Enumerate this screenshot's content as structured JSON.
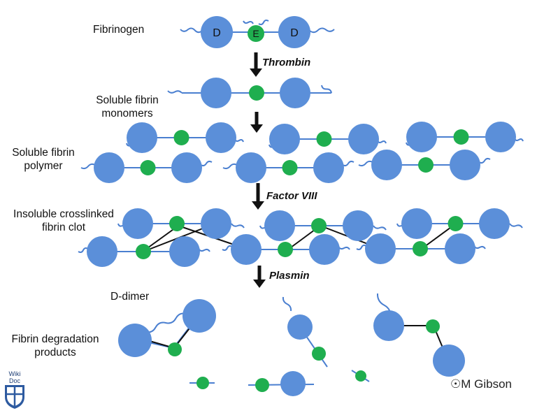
{
  "labels": {
    "fibrinogen": "Fibrinogen",
    "soluble_monomers_line1": "Soluble fibrin",
    "soluble_monomers_line2": "monomers",
    "soluble_polymer_line1": "Soluble fibrin",
    "soluble_polymer_line2": "polymer",
    "insoluble_line1": "Insoluble crosslinked",
    "insoluble_line2": "fibrin clot",
    "d_dimer": "D-dimer",
    "fdp_line1": "Fibrin degradation",
    "fdp_line2": "products"
  },
  "enzymes": {
    "thrombin": "Thrombin",
    "factor": "Factor VIII",
    "plasmin": "Plasmin"
  },
  "domains": {
    "d_left": "D",
    "e_center": "E",
    "d_right": "D"
  },
  "logo": {
    "text": "Wiki Doc"
  },
  "copyright": "M Gibson",
  "colors": {
    "d_domain": "#5b8fd9",
    "e_domain": "#1fae4f",
    "e_domain_dark": "#1a9c45",
    "strand": "#4a7fd0",
    "crosslink": "#111111",
    "arrow": "#111111"
  }
}
